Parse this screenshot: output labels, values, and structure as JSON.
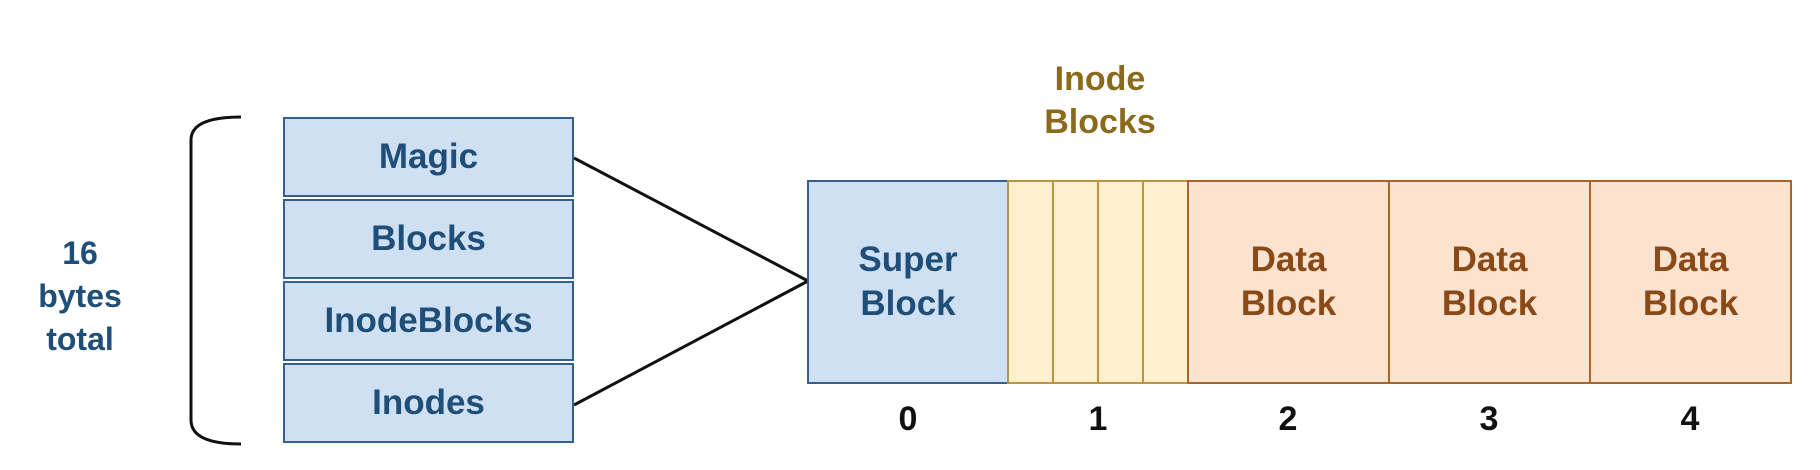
{
  "superblock_size": {
    "line1": "16",
    "line2": "bytes",
    "line3": "total"
  },
  "superblock_fields": [
    "Magic",
    "Blocks",
    "InodeBlocks",
    "Inodes"
  ],
  "inode_region": {
    "line1": "Inode",
    "line2": "Blocks"
  },
  "disk": {
    "super_block": {
      "line1": "Super",
      "line2": "Block"
    },
    "data_block": {
      "line1": "Data",
      "line2": "Block"
    },
    "indices": [
      "0",
      "1",
      "2",
      "3",
      "4"
    ]
  },
  "colors": {
    "superblock_fill": "#cfe0f2",
    "superblock_border": "#355f8f",
    "superblock_text": "#1f4e79",
    "inode_fill": "#fdf0cc",
    "inode_border": "#b8963e",
    "inode_text": "#8c6a1c",
    "data_fill": "#fbe3cf",
    "data_border": "#a8642a",
    "data_text": "#8a4a17"
  }
}
